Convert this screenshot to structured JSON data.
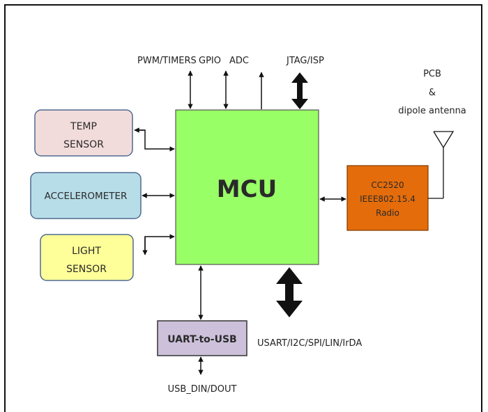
{
  "blocks": {
    "mcu": {
      "label": "MCU",
      "fill": "#99ff66",
      "stroke": "#555555"
    },
    "temp_sensor": {
      "line1": "TEMP",
      "line2": "SENSOR",
      "fill": "#f2dcdb",
      "stroke": "#4f6b8f"
    },
    "accelerometer": {
      "label": "ACCELEROMETER",
      "fill": "#b7dde8",
      "stroke": "#4f6b8f"
    },
    "light_sensor": {
      "line1": "LIGHT",
      "line2": "SENSOR",
      "fill": "#ffff99",
      "stroke": "#4f6b8f"
    },
    "radio": {
      "line1": "CC2520",
      "line2": "IEEE802.15.4",
      "line3": "Radio",
      "fill": "#e46c0a",
      "stroke": "#7f3b00",
      "text_color": "#ffffff"
    },
    "uart_usb": {
      "label": "UART-to-USB",
      "fill": "#ccc0da",
      "stroke": "#333333"
    }
  },
  "labels": {
    "pwm_timers": "PWM/TIMERS",
    "gpio": "GPIO",
    "adc": "ADC",
    "jtag_isp": "JTAG/ISP",
    "antenna_line1": "PCB",
    "antenna_line2": "&",
    "antenna_line3": "dipole antenna",
    "usart": "USART/I2C/SPI/LIN/IrDA",
    "usb_din": "USB_DIN/DOUT"
  }
}
